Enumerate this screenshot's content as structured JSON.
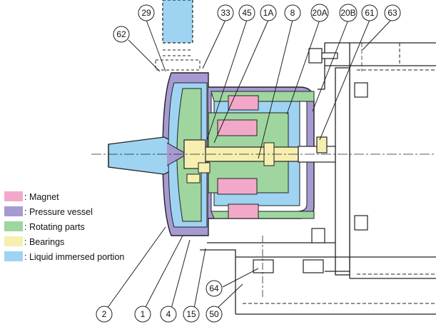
{
  "legend": [
    {
      "label": ": Magnet",
      "color": "#f2a9c9"
    },
    {
      "label": ": Pressure vessel",
      "color": "#a79ad3"
    },
    {
      "label": ": Rotating parts",
      "color": "#9fd69f"
    },
    {
      "label": ": Bearings",
      "color": "#f7efb0"
    },
    {
      "label": ": Liquid immersed portion",
      "color": "#9fd3f2"
    }
  ],
  "callouts": {
    "c29": "29",
    "c33": "33",
    "c45": "45",
    "c1A": "1A",
    "c8": "8",
    "c20A": "20A",
    "c20B": "20B",
    "c61": "61",
    "c63": "63",
    "c62": "62",
    "c64": "64",
    "c2": "2",
    "c1": "1",
    "c4": "4",
    "c15": "15",
    "c50": "50"
  },
  "colors": {
    "magnet": "#f2a9c9",
    "pressure_vessel": "#a79ad3",
    "rotating": "#9fd69f",
    "bearing": "#f7efb0",
    "liquid": "#9fd3f2",
    "line": "#222222"
  }
}
